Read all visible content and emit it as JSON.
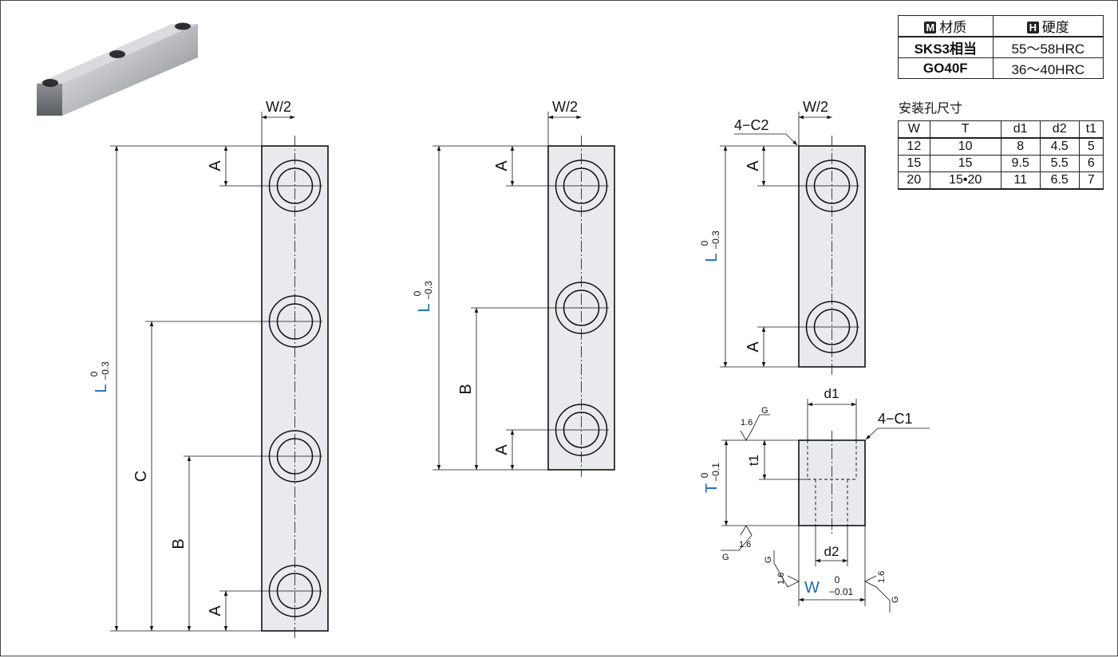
{
  "material_table": {
    "header_material_badge": "M",
    "header_material": "材质",
    "header_hardness_badge": "H",
    "header_hardness": "硬度",
    "rows": [
      {
        "material": "SKS3相当",
        "hardness": "55〜58HRC"
      },
      {
        "material": "GO40F",
        "hardness": "36〜40HRC"
      }
    ]
  },
  "hole_table": {
    "title": "安装孔尺寸",
    "headers": [
      "W",
      "T",
      "d1",
      "d2",
      "t1"
    ],
    "rows": [
      [
        "12",
        "10",
        "8",
        "4.5",
        "5"
      ],
      [
        "15",
        "15",
        "9.5",
        "5.5",
        "6"
      ],
      [
        "20",
        "15•20",
        "11",
        "6.5",
        "7"
      ]
    ]
  },
  "labels": {
    "w_half": "W/2",
    "a": "A",
    "b": "B",
    "c": "C",
    "l": "L",
    "l_tol_upper": "0",
    "l_tol_lower": "−0.3",
    "chamfer_top": "4−C2",
    "chamfer_bottom": "4−C1",
    "d1": "d1",
    "d2": "d2",
    "t1": "t1",
    "t": "T",
    "t_tol_upper": "0",
    "t_tol_lower": "−0.1",
    "w": "W",
    "w_tol_upper": "0",
    "w_tol_lower": "−0.01",
    "roughness_value": "1.6",
    "grinding_mark": "G"
  },
  "colors": {
    "accent_blue": "#1a6bb0",
    "part_fill": "#e8eaee",
    "line": "#111111"
  }
}
